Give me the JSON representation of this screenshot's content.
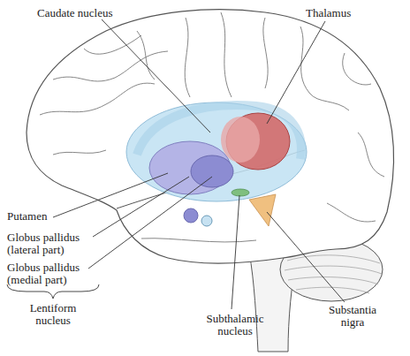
{
  "diagram": {
    "labels": [
      "Caudate nucleus",
      "Thalamus",
      "Putamen",
      "Globus pallidus (lateral part)",
      "Globus pallidus (medial part)",
      "Lentiform nucleus",
      "Subthalamic nucleus",
      "Substantia nigra"
    ]
  }
}
